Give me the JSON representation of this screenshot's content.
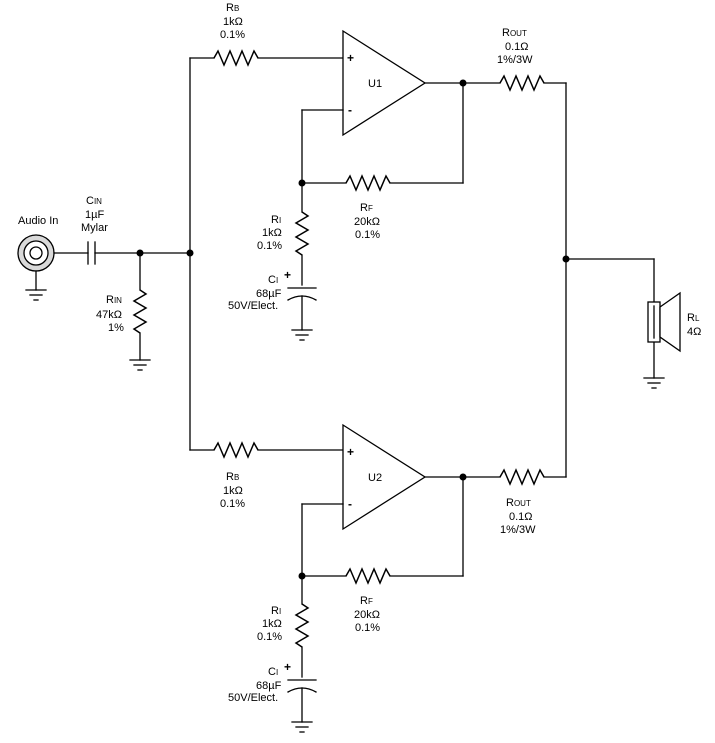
{
  "input": {
    "jack_label": "Audio In",
    "cin": {
      "designator": "C",
      "sub": "IN",
      "value": "1µF",
      "note": "Mylar"
    },
    "rin": {
      "designator": "R",
      "sub": "IN",
      "value": "47kΩ",
      "tolerance": "1%"
    }
  },
  "amp1": {
    "ref": "U1",
    "plus": "+",
    "minus": "-",
    "rb": {
      "designator": "R",
      "sub": "B",
      "value": "1kΩ",
      "tolerance": "0.1%"
    },
    "rf": {
      "designator": "R",
      "sub": "F",
      "value": "20kΩ",
      "tolerance": "0.1%"
    },
    "ri": {
      "designator": "R",
      "sub": "I",
      "value": "1kΩ",
      "tolerance": "0.1%"
    },
    "ci": {
      "designator": "C",
      "sub": "I",
      "value": "68µF",
      "rating": "50V/Elect.",
      "polarity": "+"
    },
    "rout": {
      "designator": "R",
      "sub": "OUT",
      "value": "0.1Ω",
      "rating": "1%/3W"
    }
  },
  "amp2": {
    "ref": "U2",
    "plus": "+",
    "minus": "-",
    "rb": {
      "designator": "R",
      "sub": "B",
      "value": "1kΩ",
      "tolerance": "0.1%"
    },
    "rf": {
      "designator": "R",
      "sub": "F",
      "value": "20kΩ",
      "tolerance": "0.1%"
    },
    "ri": {
      "designator": "R",
      "sub": "I",
      "value": "1kΩ",
      "tolerance": "0.1%"
    },
    "ci": {
      "designator": "C",
      "sub": "I",
      "value": "68µF",
      "rating": "50V/Elect.",
      "polarity": "+"
    },
    "rout": {
      "designator": "R",
      "sub": "OUT",
      "value": "0.1Ω",
      "rating": "1%/3W"
    }
  },
  "load": {
    "designator": "R",
    "sub": "L",
    "value": "4Ω"
  },
  "icons": [
    "audio-jack-icon",
    "capacitor-icon",
    "resistor-icon",
    "op-amp-icon",
    "electrolytic-capacitor-icon",
    "ground-icon",
    "speaker-icon",
    "junction-dot-icon"
  ]
}
